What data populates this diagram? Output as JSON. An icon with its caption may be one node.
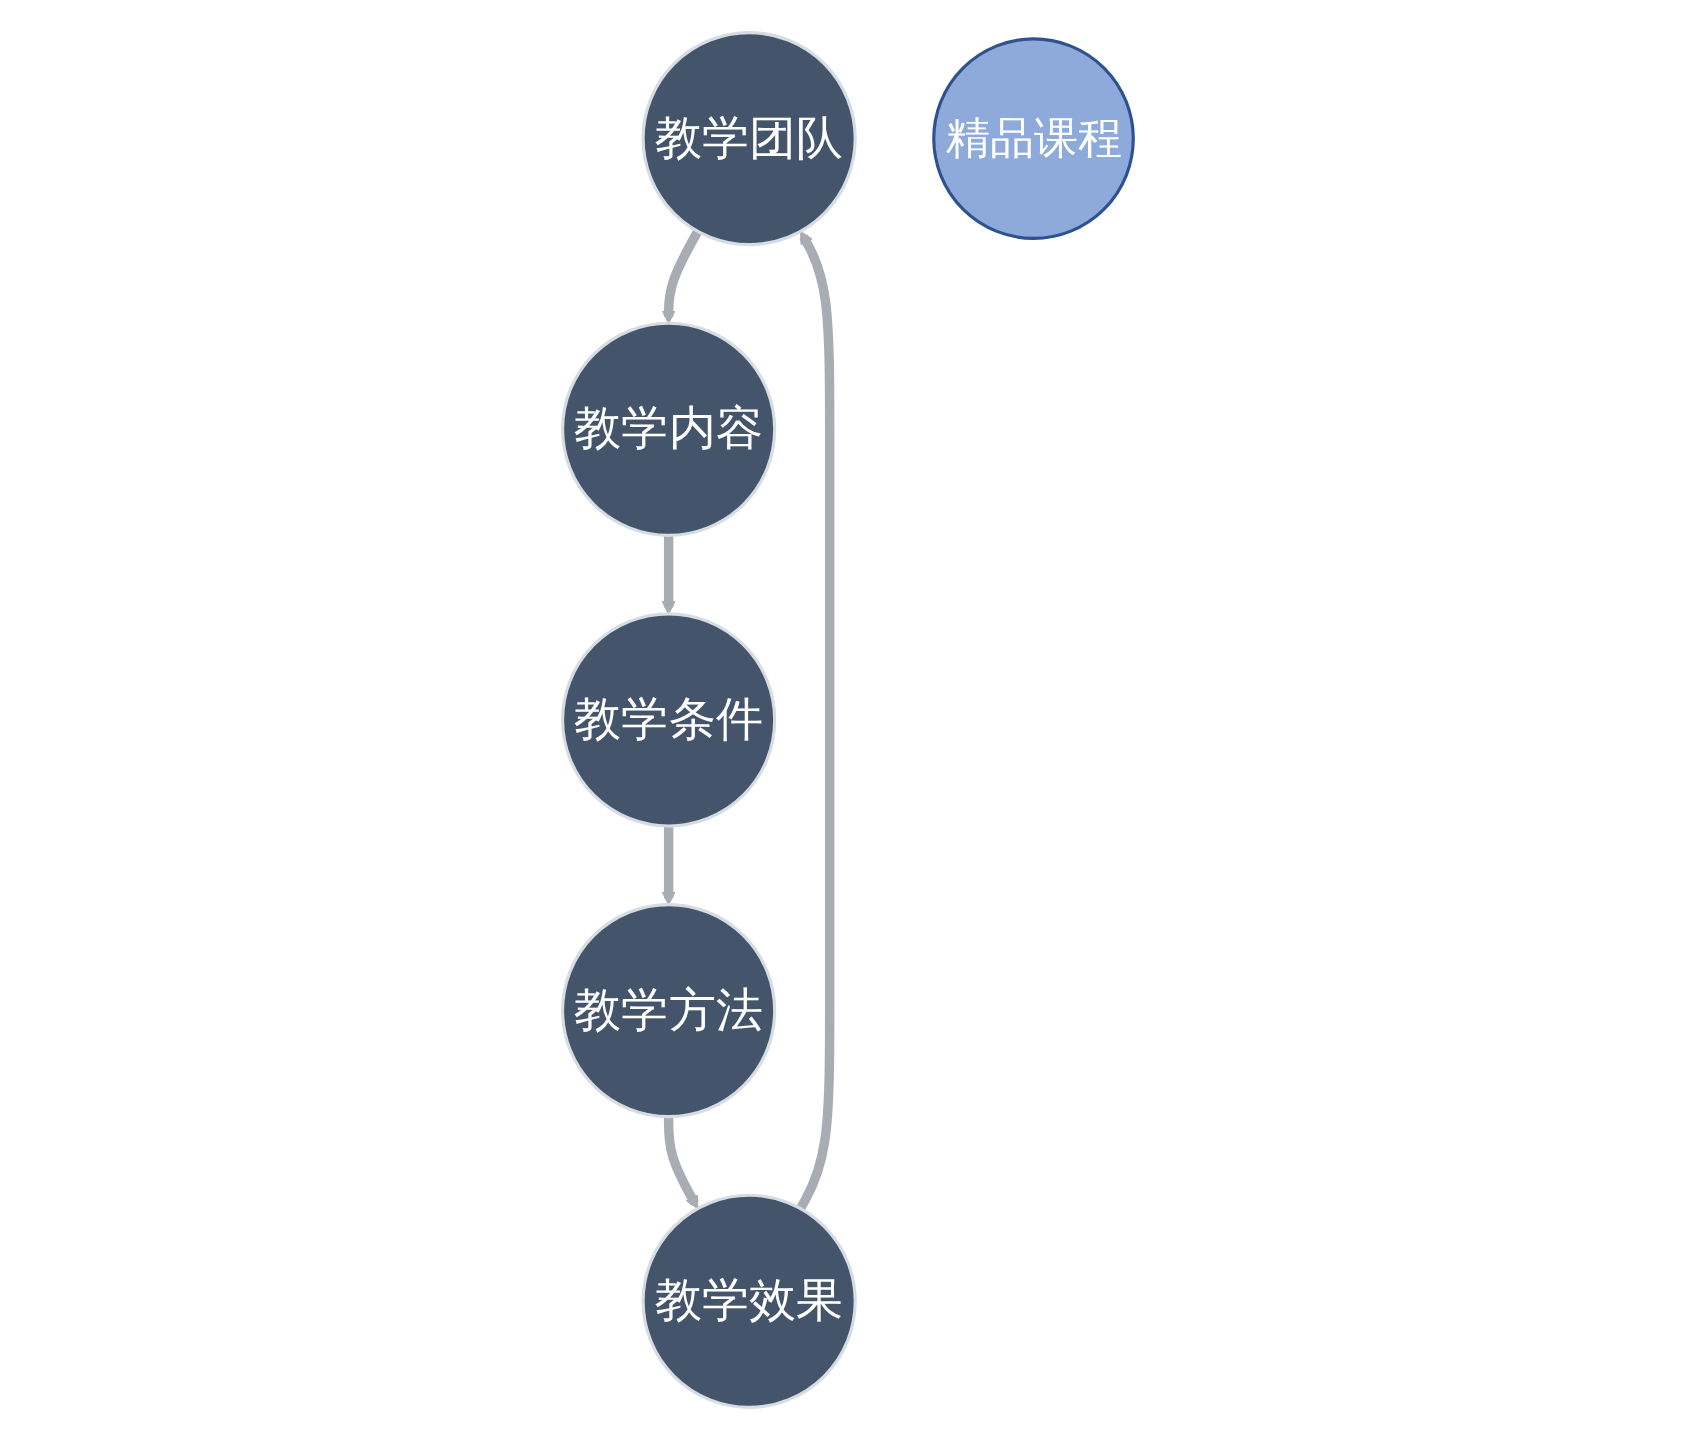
{
  "diagram": {
    "nodes": [
      {
        "text": [
          "教学团队"
        ]
      },
      {
        "text": [
          "教学效果"
        ]
      },
      {
        "text": [
          "精品课程"
        ]
      },
      {
        "text": [
          "教学内容"
        ]
      },
      {
        "text": [
          "教学方法"
        ]
      },
      {
        "text": [
          "教学条件"
        ]
      }
    ],
    "edges": [
      {
        "from": 0,
        "to": 3,
        "arrow": "to"
      },
      {
        "from": 3,
        "to": 5,
        "arrow": "to"
      },
      {
        "from": 5,
        "to": 4,
        "arrow": "to"
      },
      {
        "from": 4,
        "to": 1,
        "arrow": "to"
      },
      {
        "from": 1,
        "to": 0,
        "arrow": "to"
      }
    ]
  }
}
